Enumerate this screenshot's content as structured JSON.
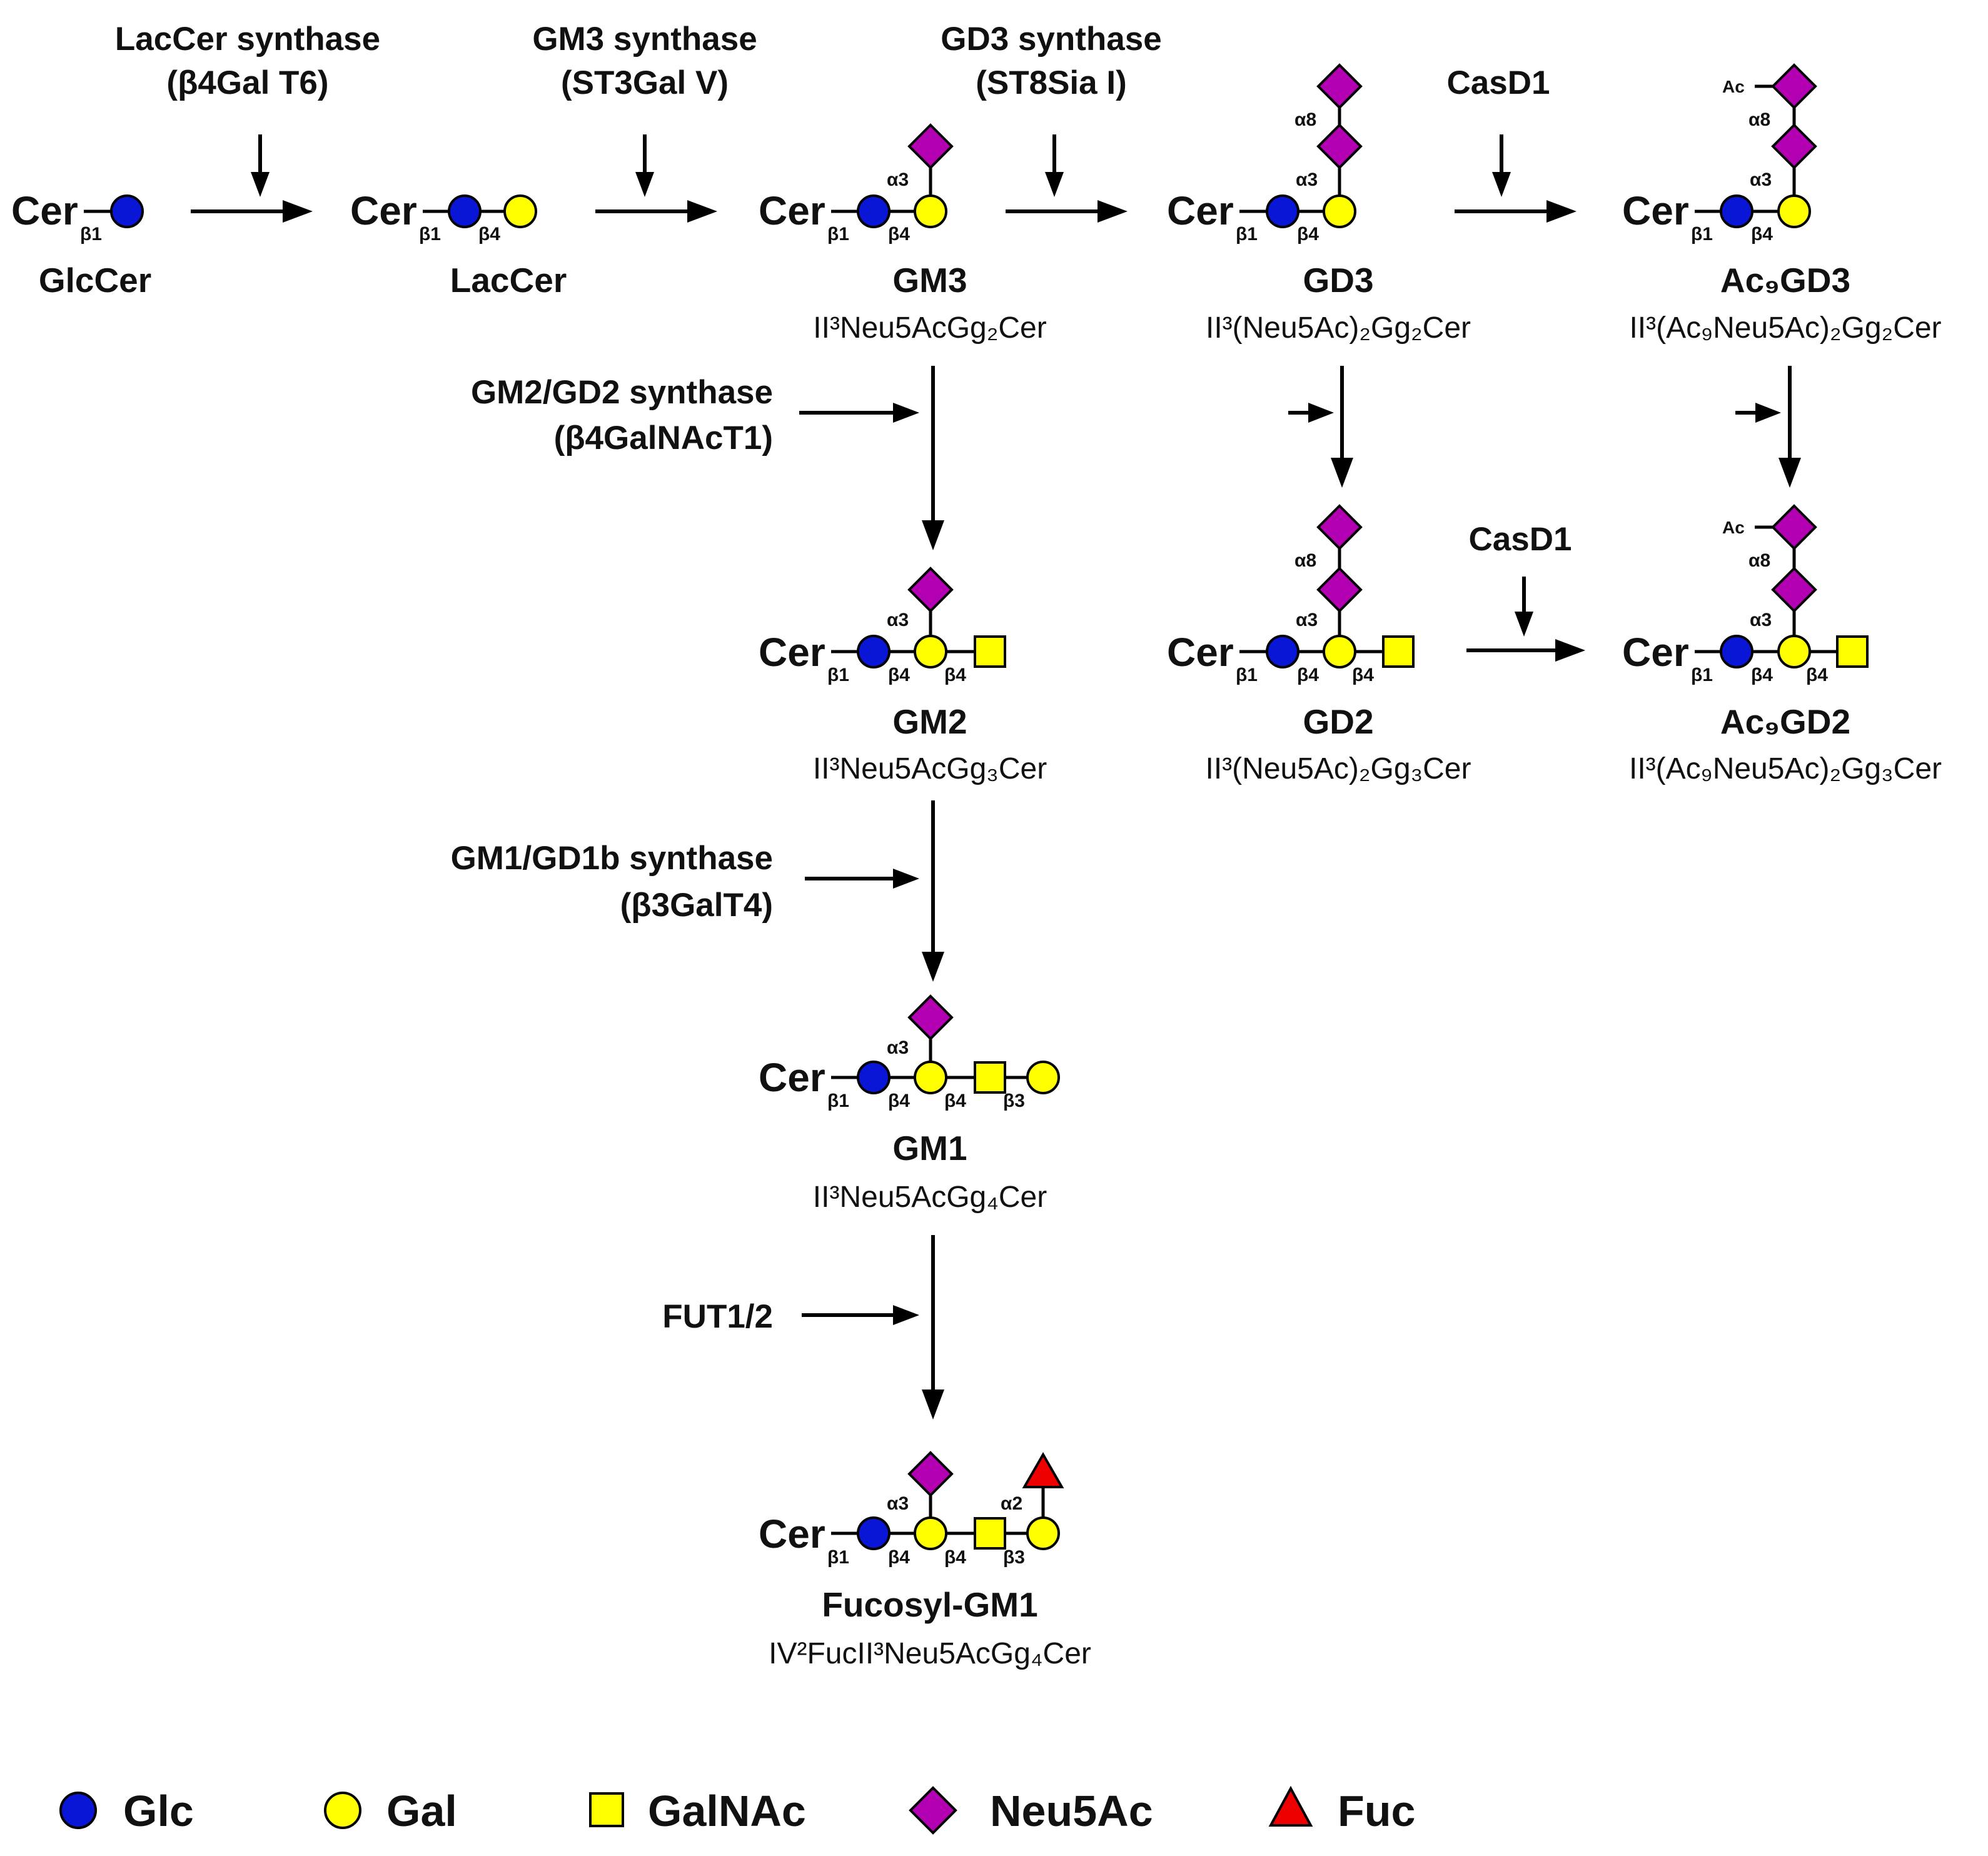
{
  "cer_label": "Cer",
  "linkages": {
    "beta1": "β1",
    "beta4": "β4",
    "beta3": "β3",
    "alpha3": "α3",
    "alpha8": "α8",
    "alpha2": "α2",
    "ac": "Ac"
  },
  "enzymes": {
    "laccer": {
      "line1": "LacCer synthase",
      "line2": "(β4Gal T6)"
    },
    "gm3": {
      "line1": "GM3 synthase",
      "line2": "(ST3Gal V)"
    },
    "gd3": {
      "line1": "GD3 synthase",
      "line2": "(ST8Sia I)"
    },
    "casd1_top": {
      "line1": "CasD1"
    },
    "gm2gd2": {
      "line1": "GM2/GD2 synthase",
      "line2": "(β4GalNAcT1)"
    },
    "casd1_mid": {
      "line1": "CasD1"
    },
    "gm1gd1b": {
      "line1": "GM1/GD1b  synthase",
      "line2": "(β3GalT4)"
    },
    "fut": {
      "line1": "FUT1/2"
    }
  },
  "compounds": {
    "glccer": {
      "name": "GlcCer"
    },
    "laccer": {
      "name": "LacCer"
    },
    "gm3": {
      "name": "GM3",
      "notation": "II³Neu5AcGg₂Cer"
    },
    "gd3": {
      "name": "GD3",
      "notation": "II³(Neu5Ac)₂Gg₂Cer"
    },
    "ac9gd3": {
      "name": "Ac₉GD3",
      "notation": "II³(Ac₉Neu5Ac)₂Gg₂Cer"
    },
    "gm2": {
      "name": "GM2",
      "notation": "II³Neu5AcGg₃Cer"
    },
    "gd2": {
      "name": "GD2",
      "notation": "II³(Neu5Ac)₂Gg₃Cer"
    },
    "ac9gd2": {
      "name": "Ac₉GD2",
      "notation": "II³(Ac₉Neu5Ac)₂Gg₃Cer"
    },
    "gm1": {
      "name": "GM1",
      "notation": "II³Neu5AcGg₄Cer"
    },
    "fucosyl_gm1": {
      "name": "Fucosyl-GM1",
      "notation": "IV²FucII³Neu5AcGg₄Cer"
    }
  },
  "legend": [
    {
      "symbol": "circle",
      "color": "#0a16d6",
      "label": "Glc"
    },
    {
      "symbol": "circle",
      "color": "#ffff00",
      "label": "Gal"
    },
    {
      "symbol": "square",
      "color": "#ffff00",
      "label": "GalNAc"
    },
    {
      "symbol": "diamond",
      "color": "#b200b2",
      "label": "Neu5Ac"
    },
    {
      "symbol": "triangle",
      "color": "#ee0000",
      "label": "Fuc"
    }
  ]
}
